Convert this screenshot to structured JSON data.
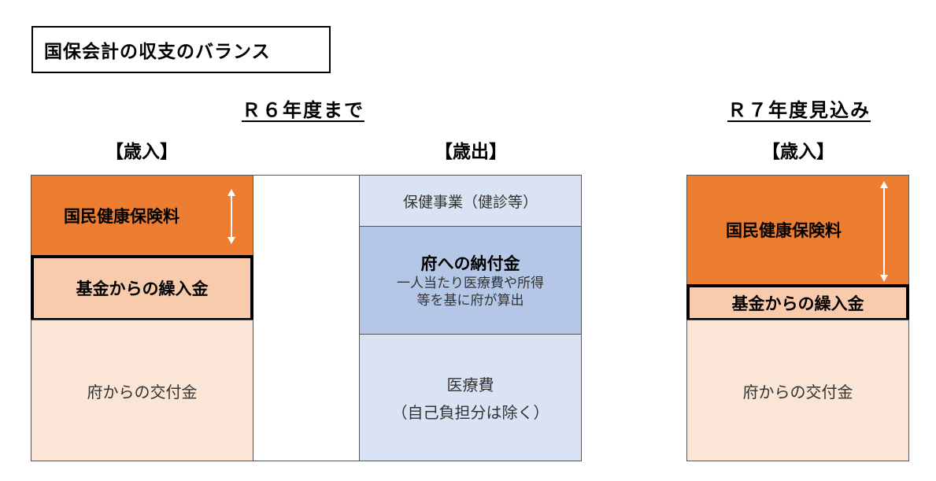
{
  "title": "国保会計の収支のバランス",
  "left_section": {
    "heading": "Ｒ６年度まで",
    "revenue": {
      "heading": "【歳入】",
      "premium": "国民健康保険料",
      "fund_transfer": "基金からの繰入金",
      "prefecture_grant": "府からの交付金"
    },
    "expenditure": {
      "heading": "【歳出】",
      "health_projects": "保健事業（健診等）",
      "payment_to_prefecture": "府への納付金",
      "payment_note_line1": "一人当たり医療費や所得",
      "payment_note_line2": "等を基に府が算出",
      "medical_costs": "医療費",
      "medical_costs_note": "（自己負担分は除く）"
    }
  },
  "right_section": {
    "heading": "Ｒ７年度見込み",
    "revenue": {
      "heading": "【歳入】",
      "premium": "国民健康保険料",
      "fund_transfer": "基金からの繰入金",
      "prefecture_grant": "府からの交付金"
    }
  },
  "colors": {
    "premium": "#ed7d31",
    "fund_transfer": "#f8cbad",
    "prefecture_grant": "#fbe5d6",
    "health_projects": "#dae3f3",
    "payment_to_prefecture": "#b4c7e7",
    "medical_costs": "#dae3f3"
  },
  "icons": [
    "double-headed-arrow-icon"
  ]
}
